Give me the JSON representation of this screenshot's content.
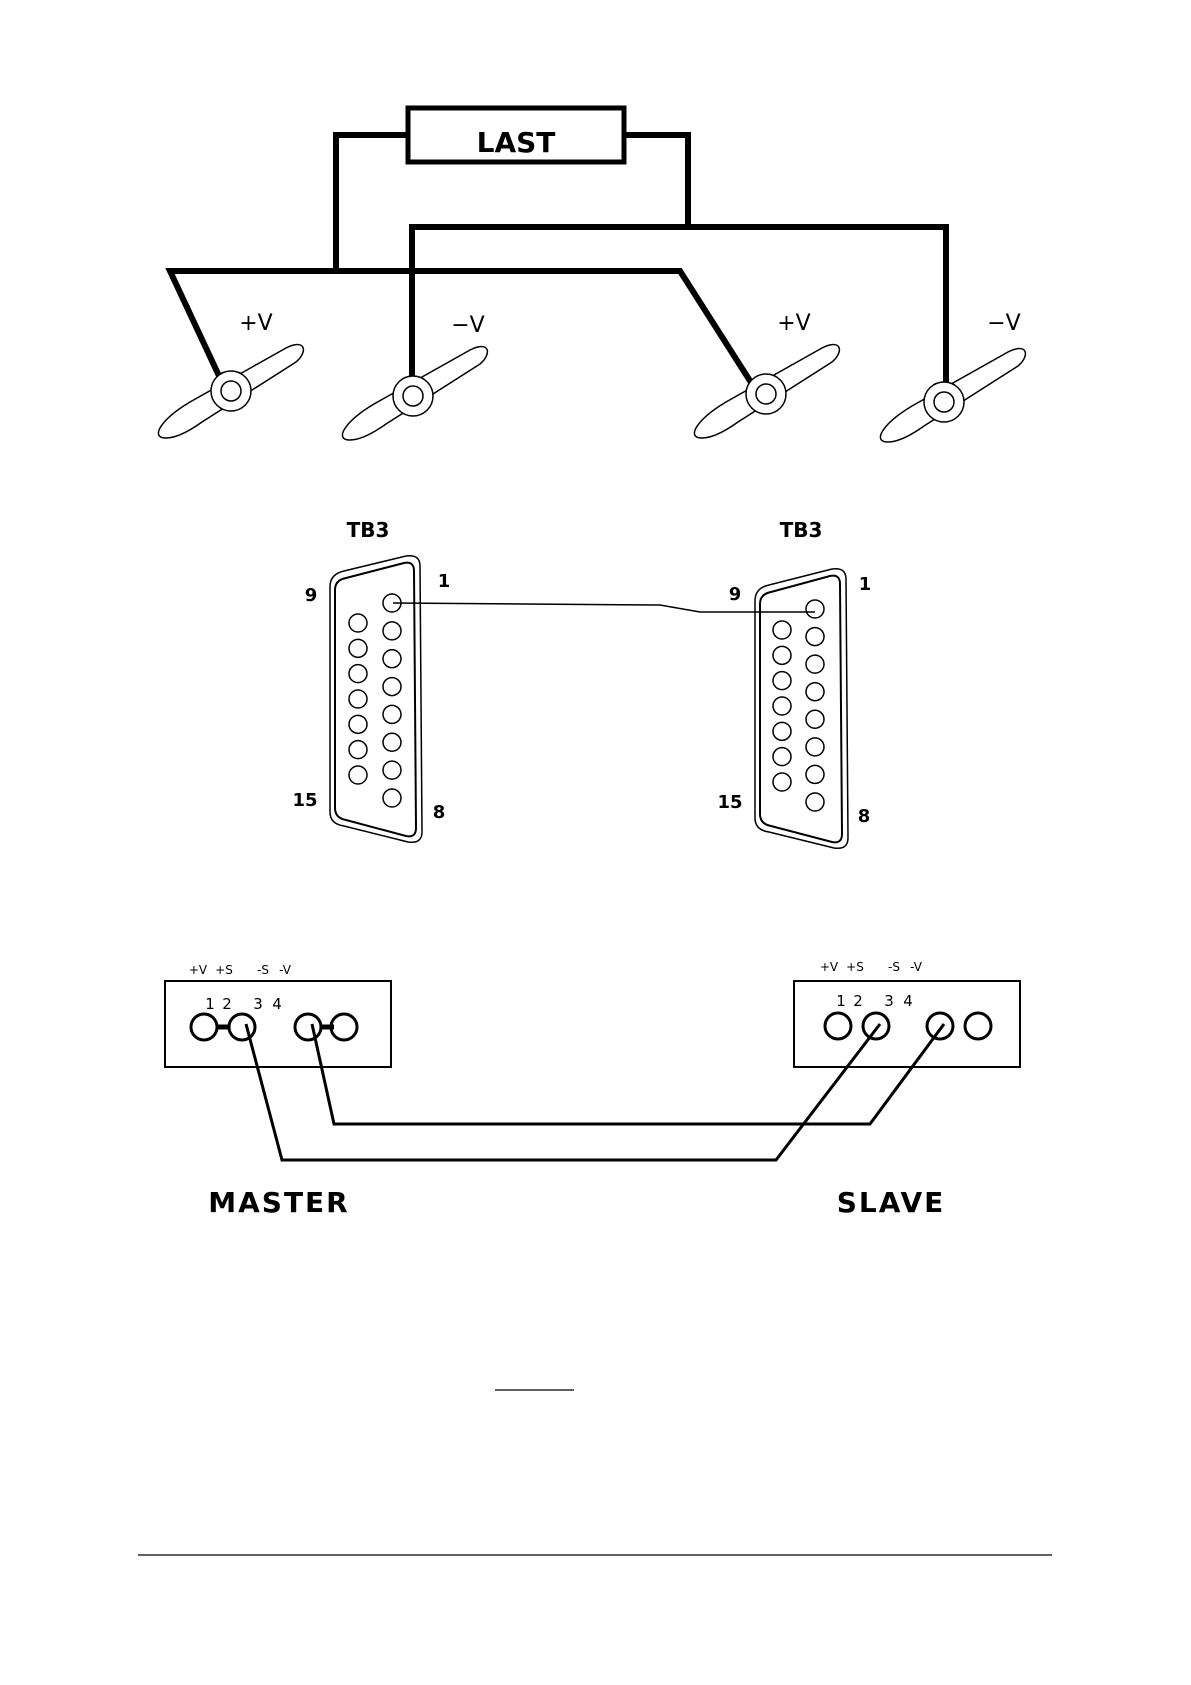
{
  "load_diagram": {
    "load_label": "LAST",
    "terminals": [
      "+V",
      "−V",
      "+V",
      "−V"
    ]
  },
  "connector_diagram": {
    "left": {
      "title": "TB3",
      "pin_top_right": "1",
      "pin_top_left": "9",
      "pin_bottom_left": "15",
      "pin_bottom_right": "8"
    },
    "right": {
      "title": "TB3",
      "pin_top_right": "1",
      "pin_top_left": "9",
      "pin_bottom_left": "15",
      "pin_bottom_right": "8"
    }
  },
  "sense_diagram": {
    "master": {
      "caption": "MASTER",
      "signal_labels": [
        "+V",
        "+S",
        "-S",
        "-V"
      ],
      "pin_numbers": [
        "1",
        "2",
        "3",
        "4"
      ]
    },
    "slave": {
      "caption": "SLAVE",
      "signal_labels": [
        "+V",
        "+S",
        "-S",
        "-V"
      ],
      "pin_numbers": [
        "1",
        "2",
        "3",
        "4"
      ]
    }
  }
}
